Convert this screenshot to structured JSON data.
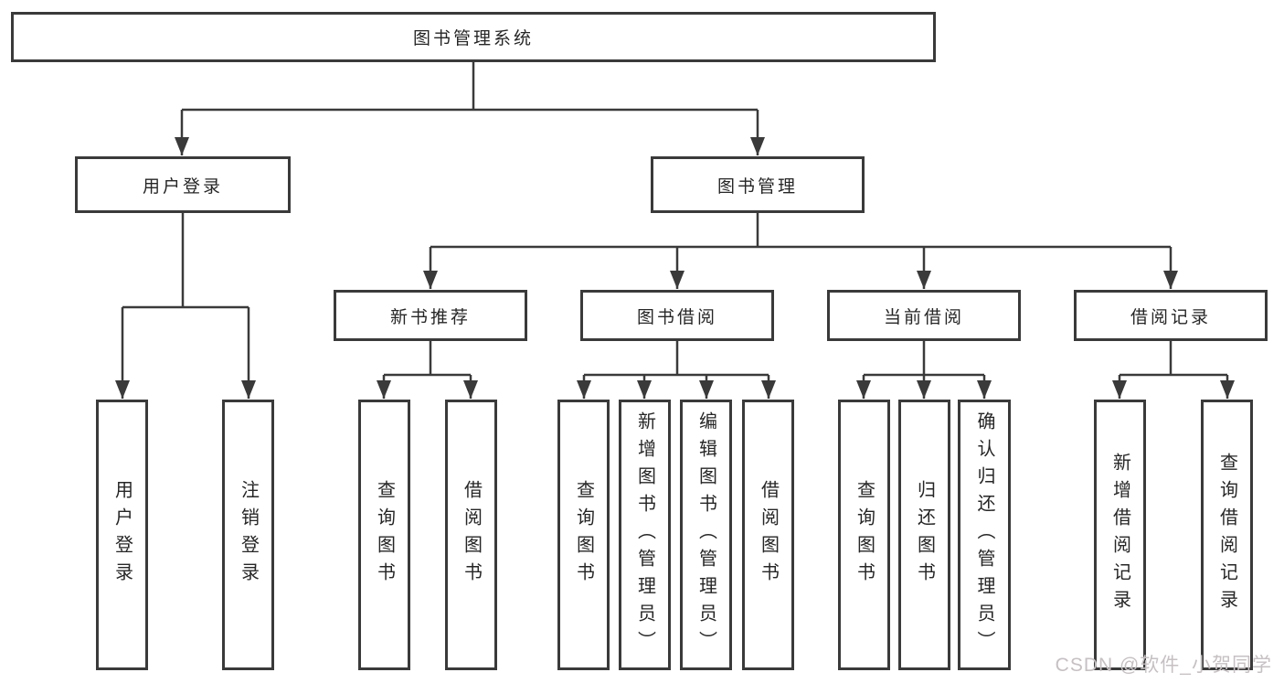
{
  "watermark": "CSDN @软件_小贺同学",
  "colors": {
    "line": "#3a3a3a",
    "box_border": "#3a3a3a",
    "box_background": "#ffffff",
    "text": "#262626",
    "watermark": "#c6c0c3",
    "page_background": "#ffffff"
  },
  "tree": {
    "label": "图书管理系统",
    "children": [
      {
        "label": "用户登录",
        "children": [
          {
            "label": "用户登录"
          },
          {
            "label": "注销登录"
          }
        ]
      },
      {
        "label": "图书管理",
        "children": [
          {
            "label": "新书推荐",
            "children": [
              {
                "label": "查询图书"
              },
              {
                "label": "借阅图书"
              }
            ]
          },
          {
            "label": "图书借阅",
            "children": [
              {
                "label": "查询图书"
              },
              {
                "label": "新增图书（管理员）"
              },
              {
                "label": "编辑图书（管理员）"
              },
              {
                "label": "借阅图书"
              }
            ]
          },
          {
            "label": "当前借阅",
            "children": [
              {
                "label": "查询图书"
              },
              {
                "label": "归还图书"
              },
              {
                "label": "确认归还（管理员）"
              }
            ]
          },
          {
            "label": "借阅记录",
            "children": [
              {
                "label": "新增借阅记录"
              },
              {
                "label": "查询借阅记录"
              }
            ]
          }
        ]
      }
    ]
  }
}
